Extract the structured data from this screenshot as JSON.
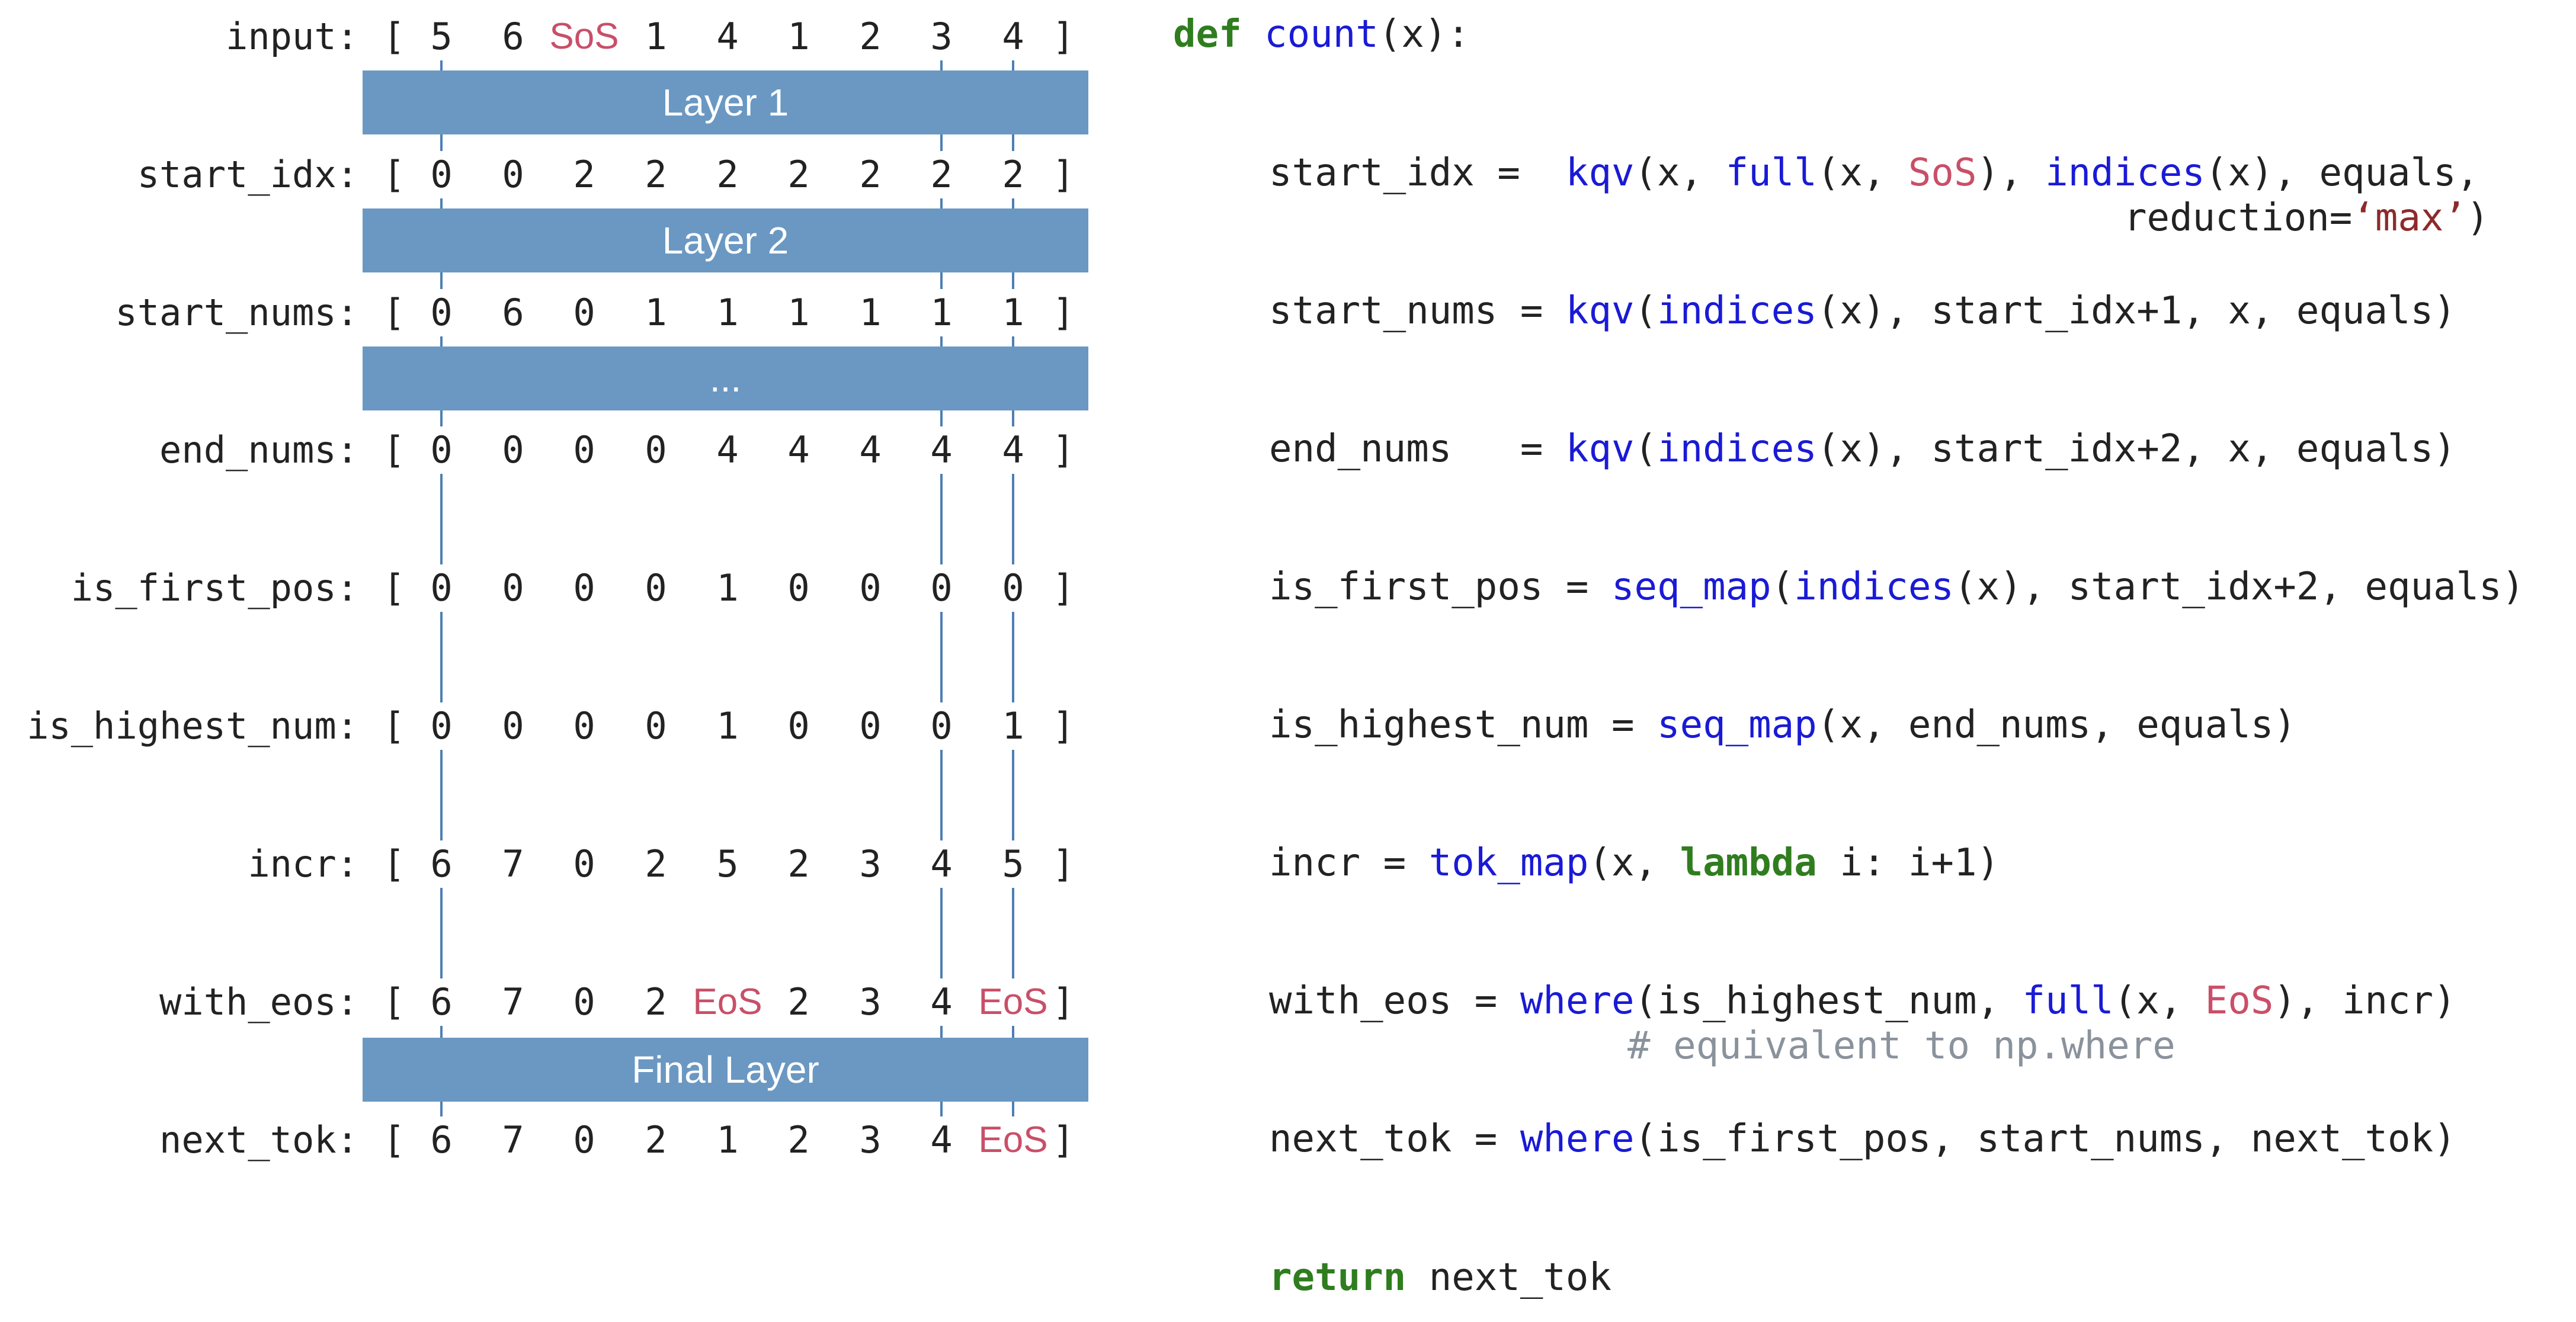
{
  "colors": {
    "layer_bar": "#6a98c2",
    "connector_line": "#4d7fb3",
    "special_token": "#c94f68",
    "keyword": "#2f7d1f",
    "function": "#1a1ad6",
    "string": "#8e2a2a",
    "comment": "#8a929c",
    "text": "#222222"
  },
  "brackets": {
    "open": "[",
    "close": "]"
  },
  "rows": [
    {
      "label": "input:",
      "cells": [
        "5",
        "6",
        "SoS",
        "1",
        "4",
        "1",
        "2",
        "3",
        "4"
      ]
    },
    {
      "label": "start_idx:",
      "cells": [
        "0",
        "0",
        "2",
        "2",
        "2",
        "2",
        "2",
        "2",
        "2"
      ]
    },
    {
      "label": "start_nums:",
      "cells": [
        "0",
        "6",
        "0",
        "1",
        "1",
        "1",
        "1",
        "1",
        "1"
      ]
    },
    {
      "label": "end_nums:",
      "cells": [
        "0",
        "0",
        "0",
        "0",
        "4",
        "4",
        "4",
        "4",
        "4"
      ]
    },
    {
      "label": "is_first_pos:",
      "cells": [
        "0",
        "0",
        "0",
        "0",
        "1",
        "0",
        "0",
        "0",
        "0"
      ]
    },
    {
      "label": "is_highest_num:",
      "cells": [
        "0",
        "0",
        "0",
        "0",
        "1",
        "0",
        "0",
        "0",
        "1"
      ]
    },
    {
      "label": "incr:",
      "cells": [
        "6",
        "7",
        "0",
        "2",
        "5",
        "2",
        "3",
        "4",
        "5"
      ]
    },
    {
      "label": "with_eos:",
      "cells": [
        "6",
        "7",
        "0",
        "2",
        "EoS",
        "2",
        "3",
        "4",
        "EoS"
      ]
    },
    {
      "label": "next_tok:",
      "cells": [
        "6",
        "7",
        "0",
        "2",
        "1",
        "2",
        "3",
        "4",
        "EoS"
      ]
    }
  ],
  "layers": [
    "Layer 1",
    "Layer 2",
    "...",
    "Final Layer"
  ],
  "code_lines": [
    [
      {
        "t": "def",
        "c": "kw"
      },
      {
        "t": " ",
        "c": "plain"
      },
      {
        "t": "count",
        "c": "fn"
      },
      {
        "t": "(x):",
        "c": "plain"
      }
    ],
    [
      {
        "t": "start_idx =  ",
        "c": "plain"
      },
      {
        "t": "kqv",
        "c": "fn"
      },
      {
        "t": "(x, ",
        "c": "plain"
      },
      {
        "t": "full",
        "c": "fn"
      },
      {
        "t": "(x, ",
        "c": "plain"
      },
      {
        "t": "SoS",
        "c": "const"
      },
      {
        "t": "), ",
        "c": "plain"
      },
      {
        "t": "indices",
        "c": "fn"
      },
      {
        "t": "(x), equals,",
        "c": "plain"
      }
    ],
    [
      {
        "t": "reduction=",
        "c": "plain"
      },
      {
        "t": "‘max’",
        "c": "str"
      },
      {
        "t": ")",
        "c": "plain"
      }
    ],
    [
      {
        "t": "start_nums = ",
        "c": "plain"
      },
      {
        "t": "kqv",
        "c": "fn"
      },
      {
        "t": "(",
        "c": "plain"
      },
      {
        "t": "indices",
        "c": "fn"
      },
      {
        "t": "(x), start_idx+1, x, equals)",
        "c": "plain"
      }
    ],
    [
      {
        "t": "end_nums   = ",
        "c": "plain"
      },
      {
        "t": "kqv",
        "c": "fn"
      },
      {
        "t": "(",
        "c": "plain"
      },
      {
        "t": "indices",
        "c": "fn"
      },
      {
        "t": "(x), start_idx+2, x, equals)",
        "c": "plain"
      }
    ],
    [
      {
        "t": "is_first_pos = ",
        "c": "plain"
      },
      {
        "t": "seq_map",
        "c": "fn"
      },
      {
        "t": "(",
        "c": "plain"
      },
      {
        "t": "indices",
        "c": "fn"
      },
      {
        "t": "(x), start_idx+2, equals)",
        "c": "plain"
      }
    ],
    [
      {
        "t": "is_highest_num = ",
        "c": "plain"
      },
      {
        "t": "seq_map",
        "c": "fn"
      },
      {
        "t": "(x, end_nums, equals)",
        "c": "plain"
      }
    ],
    [
      {
        "t": "incr = ",
        "c": "plain"
      },
      {
        "t": "tok_map",
        "c": "fn"
      },
      {
        "t": "(x, ",
        "c": "plain"
      },
      {
        "t": "lambda",
        "c": "kw"
      },
      {
        "t": " i: i+1)",
        "c": "plain"
      }
    ],
    [
      {
        "t": "with_eos = ",
        "c": "plain"
      },
      {
        "t": "where",
        "c": "fn"
      },
      {
        "t": "(is_highest_num, ",
        "c": "plain"
      },
      {
        "t": "full",
        "c": "fn"
      },
      {
        "t": "(x, ",
        "c": "plain"
      },
      {
        "t": "EoS",
        "c": "const"
      },
      {
        "t": "), incr)",
        "c": "plain"
      }
    ],
    [
      {
        "t": "# equivalent to np.where",
        "c": "comment"
      }
    ],
    [
      {
        "t": "next_tok = ",
        "c": "plain"
      },
      {
        "t": "where",
        "c": "fn"
      },
      {
        "t": "(is_first_pos, start_nums, next_tok)",
        "c": "plain"
      }
    ],
    [
      {
        "t": "return",
        "c": "kw"
      },
      {
        "t": " next_tok",
        "c": "plain"
      }
    ]
  ]
}
